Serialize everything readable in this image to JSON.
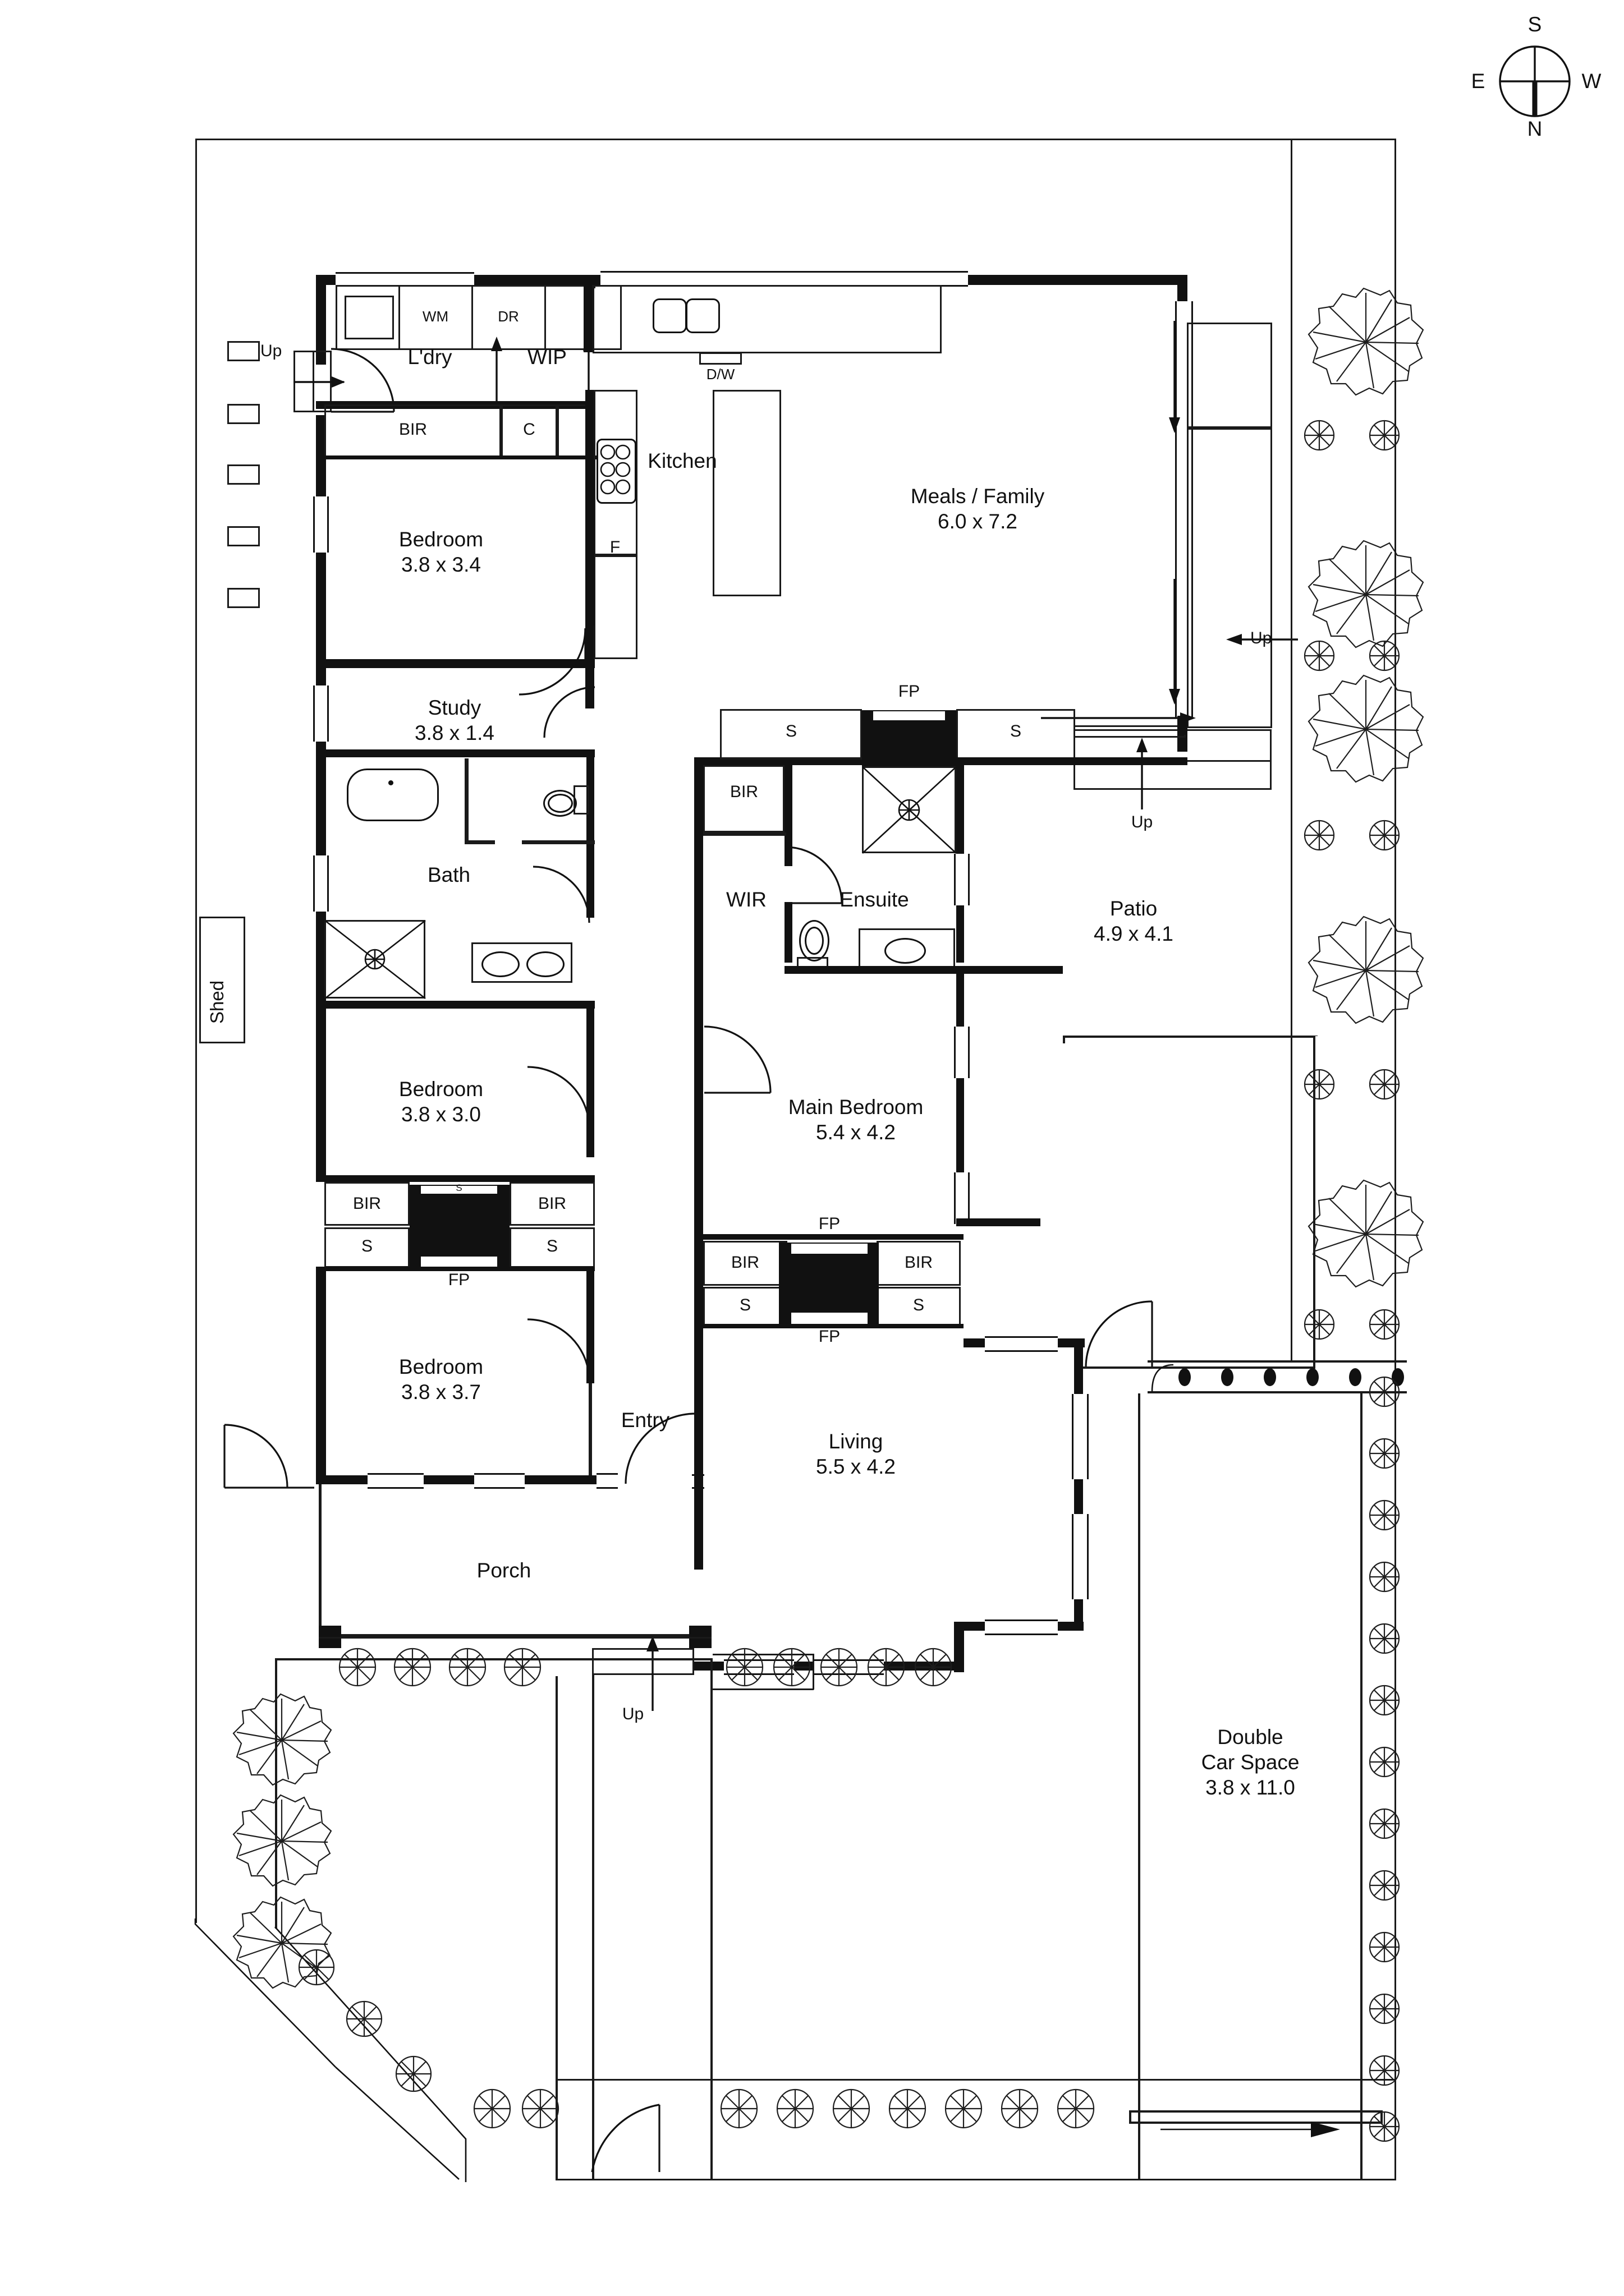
{
  "title": "Residential Floor Plan",
  "compass": {
    "top": "S",
    "right": "W",
    "bottom": "N",
    "left": "E"
  },
  "rooms": [
    {
      "key": "ldry",
      "name": "L'dry",
      "dims": ""
    },
    {
      "key": "wip",
      "name": "WIP",
      "dims": ""
    },
    {
      "key": "kitchen",
      "name": "Kitchen",
      "dims": ""
    },
    {
      "key": "meals",
      "name": "Meals / Family",
      "dims": "6.0 x 7.2"
    },
    {
      "key": "bedroom1",
      "name": "Bedroom",
      "dims": "3.8 x 3.4"
    },
    {
      "key": "study",
      "name": "Study",
      "dims": "3.8 x 1.4"
    },
    {
      "key": "bath",
      "name": "Bath",
      "dims": ""
    },
    {
      "key": "bedroom2",
      "name": "Bedroom",
      "dims": "3.8 x 3.0"
    },
    {
      "key": "bedroom3",
      "name": "Bedroom",
      "dims": "3.8 x 3.7"
    },
    {
      "key": "wir",
      "name": "WIR",
      "dims": ""
    },
    {
      "key": "ensuite",
      "name": "Ensuite",
      "dims": ""
    },
    {
      "key": "mainbed",
      "name": "Main Bedroom",
      "dims": "5.4 x 4.2"
    },
    {
      "key": "patio",
      "name": "Patio",
      "dims": "4.9 x 4.1"
    },
    {
      "key": "living",
      "name": "Living",
      "dims": "5.5 x 4.2"
    },
    {
      "key": "entry",
      "name": "Entry",
      "dims": ""
    },
    {
      "key": "porch",
      "name": "Porch",
      "dims": ""
    },
    {
      "key": "shed",
      "name": "Shed",
      "dims": ""
    },
    {
      "key": "carspace",
      "name": "Double\nCar Space",
      "dims": "3.8 x 11.0"
    }
  ],
  "labels": {
    "ldry": "L'dry",
    "wip": "WIP",
    "kitchen": "Kitchen",
    "dw": "D/W",
    "wm": "WM",
    "dr": "DR",
    "fridge": "F",
    "meals_name": "Meals / Family",
    "meals_dims": "6.0 x 7.2",
    "bed1_name": "Bedroom",
    "bed1_dims": "3.8 x 3.4",
    "study_name": "Study",
    "study_dims": "3.8 x 1.4",
    "bath": "Bath",
    "bed2_name": "Bedroom",
    "bed2_dims": "3.8 x 3.0",
    "bed3_name": "Bedroom",
    "bed3_dims": "3.8 x 3.7",
    "wir": "WIR",
    "ensuite": "Ensuite",
    "mainbed_name": "Main Bedroom",
    "mainbed_dims": "5.4 x 4.2",
    "patio_name": "Patio",
    "patio_dims": "4.9 x 4.1",
    "living_name": "Living",
    "living_dims": "5.5 x 4.2",
    "entry": "Entry",
    "porch": "Porch",
    "shed": "Shed",
    "car_name_1": "Double",
    "car_name_2": "Car Space",
    "car_dims": "3.8 x 11.0",
    "bir": "BIR",
    "c": "C",
    "s": "S",
    "fp": "FP",
    "up": "Up"
  },
  "annotations": {
    "stair_up_count": 4,
    "fireplaces": 3,
    "built_in_robes": 5,
    "shelves": 6
  },
  "colors": {
    "ink": "#111111",
    "paper": "#ffffff"
  }
}
